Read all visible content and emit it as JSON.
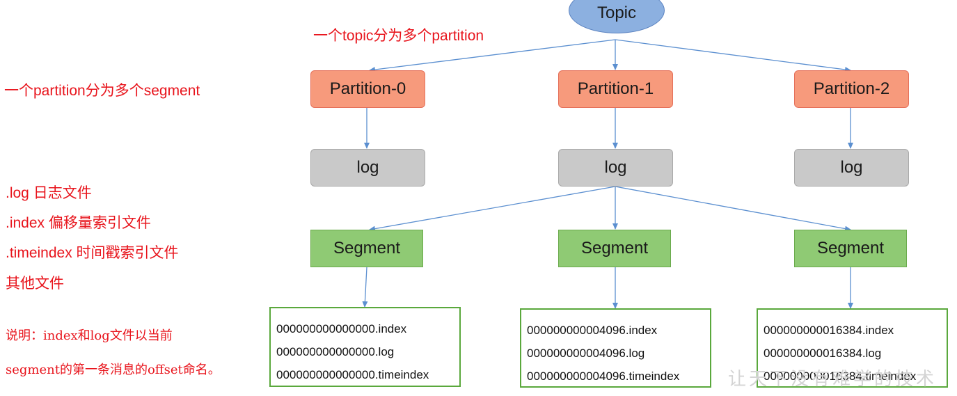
{
  "annotations": {
    "topic_split": "一个topic分为多个partition",
    "partition_split": "一个partition分为多个segment",
    "file_types": [
      ".log  日志文件",
      ".index 偏移量索引文件",
      ".timeindex 时间戳索引文件",
      "其他文件"
    ],
    "note_line1": "说明：index和log文件以当前",
    "note_line2": "segment的第一条消息的offset命名。"
  },
  "topic": {
    "label": "Topic"
  },
  "partitions": [
    {
      "label": "Partition-0",
      "log_label": "log",
      "segment_label": "Segment",
      "files": [
        "000000000000000.index",
        "000000000000000.log",
        "000000000000000.timeindex"
      ]
    },
    {
      "label": "Partition-1",
      "log_label": "log",
      "segment_label": "Segment",
      "files": [
        "000000000004096.index",
        "000000000004096.log",
        "000000000004096.timeindex"
      ]
    },
    {
      "label": "Partition-2",
      "log_label": "log",
      "segment_label": "Segment",
      "files": [
        "000000000016384.index",
        "000000000016384.log",
        "000000000016384.timeindex"
      ]
    }
  ],
  "watermark": "让天下没有难学的技术",
  "colors": {
    "annotation": "#e8141c",
    "topic_fill": "#8cb0e0",
    "partition_fill": "#f79a7c",
    "log_fill": "#c9c9c9",
    "segment_fill": "#8fca74",
    "file_border": "#5aa83c",
    "arrow": "#5b8fd0"
  }
}
